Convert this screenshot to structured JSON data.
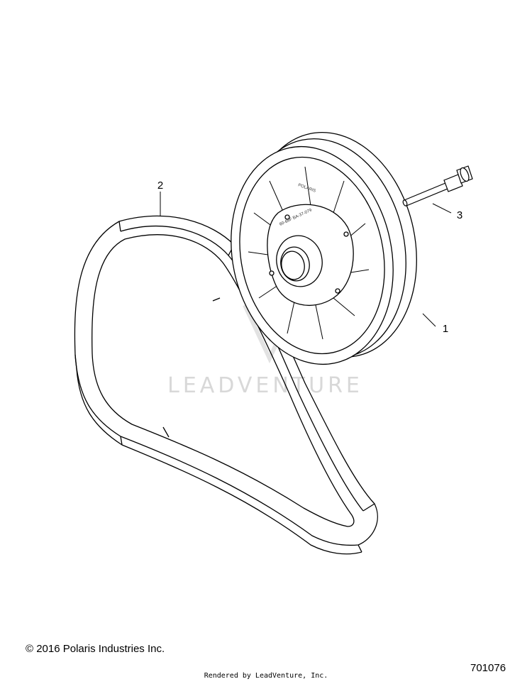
{
  "callouts": [
    {
      "id": "1",
      "label": "1"
    },
    {
      "id": "2",
      "label": "2"
    },
    {
      "id": "3",
      "label": "3"
    }
  ],
  "watermark": "LEADVENTURE",
  "part_stamps": {
    "stamp_a": "60-68F  BA-37-079",
    "stamp_b": "POLARIS"
  },
  "footer": {
    "copyright": "© 2016 Polaris Industries Inc.",
    "figure_number": "701076",
    "rendered_by": "Rendered by LeadVenture, Inc."
  }
}
